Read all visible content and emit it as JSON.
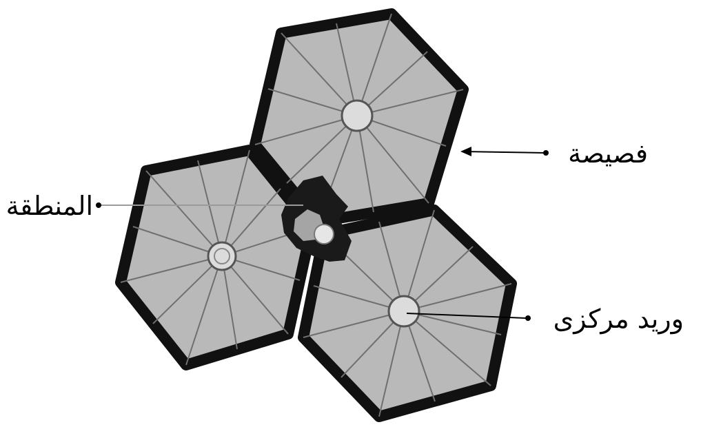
{
  "labels": {
    "lobule": "فصيصة",
    "portal_area": "المنطقة",
    "central_vein": "وريد مركزى"
  },
  "colors": {
    "background": "#ffffff",
    "lobule_fill": "#b9b9b9",
    "lobule_outline": "#111111",
    "sinusoid_lines": "#6f6f6f",
    "central_vein_fill": "#dcdcdc",
    "portal_dark": "#1a1a1a",
    "pointer": "#000000"
  }
}
